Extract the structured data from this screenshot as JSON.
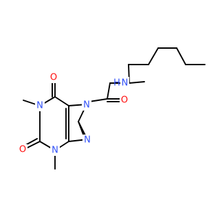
{
  "molecule": {
    "atoms": {
      "n_amide": "N",
      "h_amide": "H",
      "o_amide": "O",
      "n7": "N",
      "n9": "N",
      "n1": "N",
      "n3": "N",
      "o6": "O",
      "o2": "O"
    },
    "colors": {
      "bond": "#000000",
      "nitrogen": "#3050f8",
      "oxygen": "#ff0d0d",
      "background": "#ffffff"
    }
  }
}
